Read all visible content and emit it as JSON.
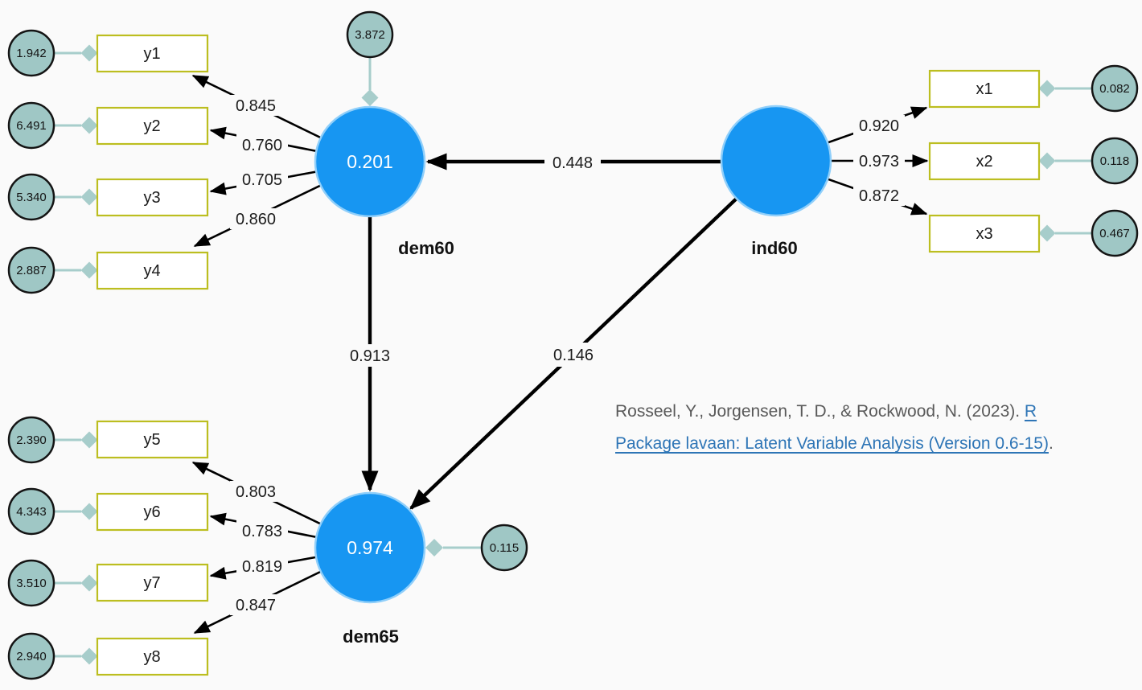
{
  "diagram_type": "sem-path-diagram",
  "colors": {
    "background": "#FAFAFA",
    "latent_fill": "#1796F2",
    "latent_stroke": "#90CFFA",
    "manifest_border": "#BCBE20",
    "manifest_fill": "#FFFFFF",
    "error_fill": "#9FC7C5",
    "error_stroke": "#141414",
    "residual_connector": "#A7CDCB",
    "edge": "#000000",
    "citation_text": "#595959",
    "citation_link": "#2E75B6"
  },
  "nodes": {
    "dem60": {
      "label": "dem60",
      "value": "0.201",
      "variance": "3.872"
    },
    "ind60": {
      "label": "ind60"
    },
    "dem65": {
      "label": "dem65",
      "value": "0.974",
      "residual": "0.115"
    }
  },
  "manifest": {
    "y1": {
      "label": "y1",
      "loading": "0.845",
      "error": "1.942"
    },
    "y2": {
      "label": "y2",
      "loading": "0.760",
      "error": "6.491"
    },
    "y3": {
      "label": "y3",
      "loading": "0.705",
      "error": "5.340"
    },
    "y4": {
      "label": "y4",
      "loading": "0.860",
      "error": "2.887"
    },
    "y5": {
      "label": "y5",
      "loading": "0.803",
      "error": "2.390"
    },
    "y6": {
      "label": "y6",
      "loading": "0.783",
      "error": "4.343"
    },
    "y7": {
      "label": "y7",
      "loading": "0.819",
      "error": "3.510"
    },
    "y8": {
      "label": "y8",
      "loading": "0.847",
      "error": "2.940"
    },
    "x1": {
      "label": "x1",
      "loading": "0.920",
      "error": "0.082"
    },
    "x2": {
      "label": "x2",
      "loading": "0.973",
      "error": "0.118"
    },
    "x3": {
      "label": "x3",
      "loading": "0.872",
      "error": "0.467"
    }
  },
  "paths": {
    "ind60_dem60": "0.448",
    "dem60_dem65": "0.913",
    "ind60_dem65": "0.146"
  },
  "citation": {
    "prefix": "Rosseel, Y., Jorgensen, T. D., & Rockwood, N. (2023). ",
    "link_line1": "R",
    "link_line2": "Package lavaan: Latent Variable Analysis (Version 0.6-15)",
    "suffix": "."
  }
}
